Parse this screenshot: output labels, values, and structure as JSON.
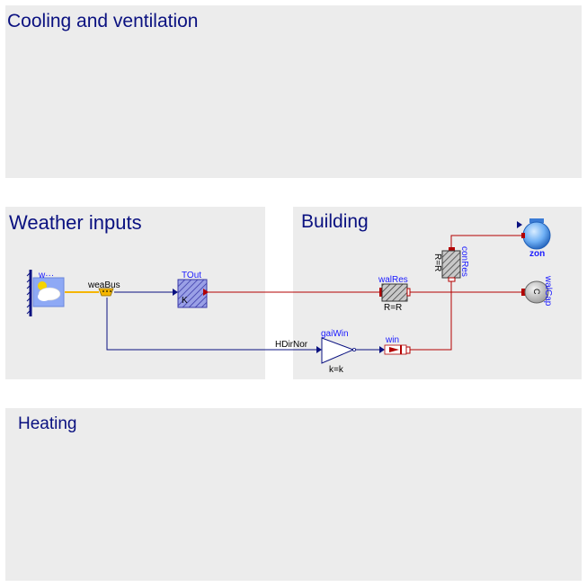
{
  "panels": {
    "cooling": "Cooling and ventilation",
    "weather": "Weather inputs",
    "building": "Building",
    "heating": "Heating"
  },
  "components": {
    "weather_data": {
      "name": "w···",
      "icon": "weather-cloud-sun-icon"
    },
    "wea_bus": {
      "name": "weaBus"
    },
    "tout": {
      "name": "TOut",
      "param": "K"
    },
    "wal_res": {
      "name": "walRes",
      "param": "R=R"
    },
    "con_res": {
      "name": "conRes",
      "param": "R=R"
    },
    "zon": {
      "name": "zon"
    },
    "wal_cap": {
      "name": "walCap",
      "param": "C"
    },
    "gai_win": {
      "name": "gaiWin",
      "param": "k=k"
    },
    "win": {
      "name": "win"
    }
  },
  "signals": {
    "hdirnor": "HDirNor"
  },
  "colors": {
    "panel_bg": "#ececec",
    "panel_title": "#0a1180",
    "signal_line": "#0a1180",
    "heat_line": "#b30000",
    "bus_line": "#f5b500",
    "component_name": "#1a1aff"
  }
}
